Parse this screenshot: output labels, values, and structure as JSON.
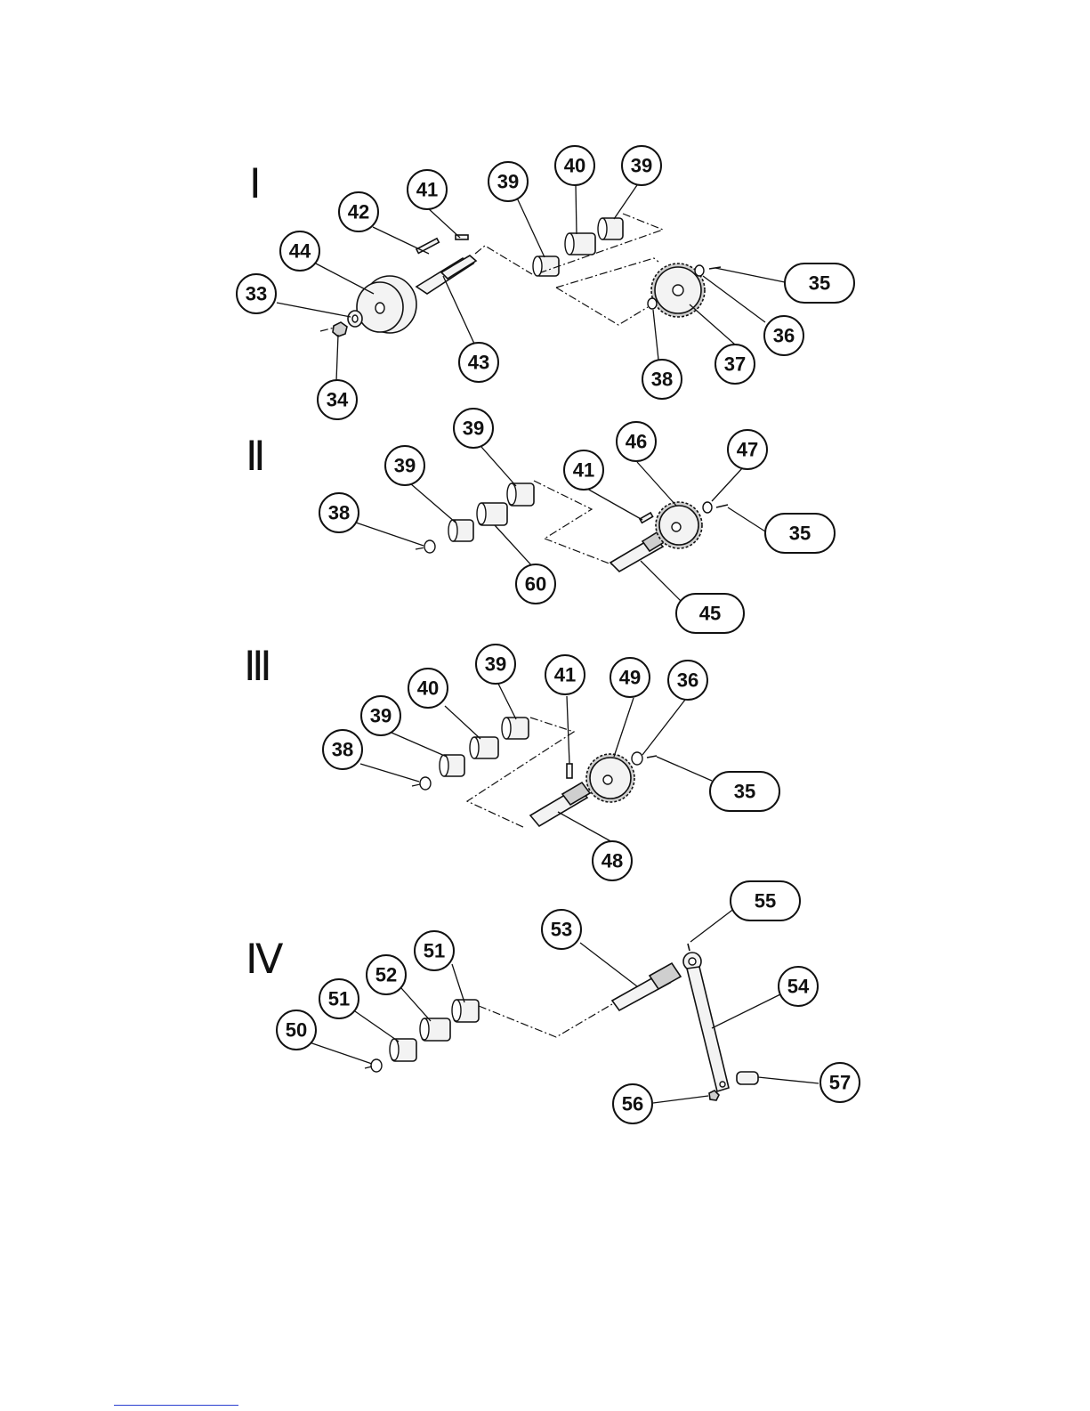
{
  "sections": [
    {
      "id": "I",
      "label": "Ⅰ"
    },
    {
      "id": "II",
      "label": "Ⅱ"
    },
    {
      "id": "III",
      "label": "Ⅲ"
    },
    {
      "id": "IV",
      "label": "Ⅳ"
    }
  ],
  "callouts": {
    "s1": [
      "41",
      "42",
      "44",
      "33",
      "34",
      "43",
      "39",
      "40",
      "39",
      "35",
      "36",
      "37",
      "38"
    ],
    "s2": [
      "39",
      "39",
      "38",
      "60",
      "41",
      "46",
      "47",
      "35",
      "45"
    ],
    "s3": [
      "39",
      "40",
      "39",
      "38",
      "41",
      "49",
      "36",
      "35",
      "48"
    ],
    "s4": [
      "53",
      "55",
      "54",
      "51",
      "52",
      "51",
      "50",
      "57",
      "56"
    ]
  }
}
